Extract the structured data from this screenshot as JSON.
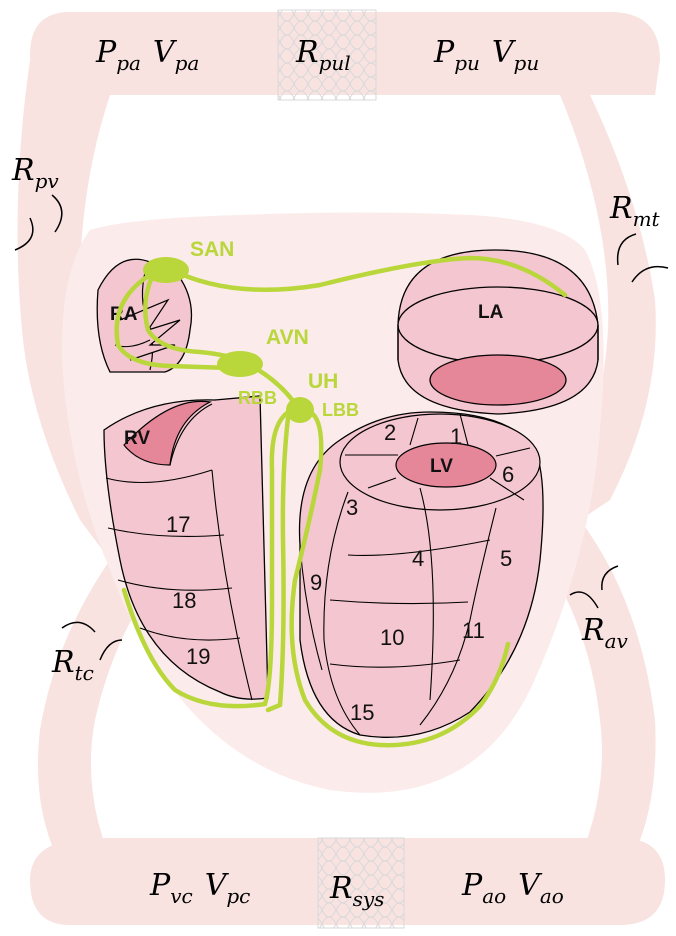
{
  "colors": {
    "circulation_tube": "#f8e3e1",
    "heart_background": "#fbebea",
    "myocardium": "#f4c6cf",
    "cavity": "#e58699",
    "conduction_system": "#b9d63a",
    "resistor_box": "#f3f3f3"
  },
  "top_left_compartment": {
    "pressure": {
      "base": "P",
      "sub": "pa"
    },
    "volume": {
      "base": "V",
      "sub": "pa"
    }
  },
  "top_resistor": {
    "base": "R",
    "sub": "pul"
  },
  "top_right_compartment": {
    "pressure": {
      "base": "P",
      "sub": "pu"
    },
    "volume": {
      "base": "V",
      "sub": "pu"
    }
  },
  "bottom_left_compartment": {
    "pressure": {
      "base": "P",
      "sub": "vc"
    },
    "volume": {
      "base": "V",
      "sub": "pc"
    }
  },
  "bottom_resistor": {
    "base": "R",
    "sub": "sys"
  },
  "bottom_right_compartment": {
    "pressure": {
      "base": "P",
      "sub": "ao"
    },
    "volume": {
      "base": "V",
      "sub": "ao"
    }
  },
  "valves": {
    "pulmonary": {
      "base": "R",
      "sub": "pv"
    },
    "mitral": {
      "base": "R",
      "sub": "mt"
    },
    "tricuspid": {
      "base": "R",
      "sub": "tc"
    },
    "aortic": {
      "base": "R",
      "sub": "av"
    }
  },
  "conduction": {
    "san": "SAN",
    "avn": "AVN",
    "uh": "UH",
    "rbb": "RBB",
    "lbb": "LBB"
  },
  "chambers": {
    "ra": "RA",
    "la": "LA",
    "rv": "RV",
    "lv": "LV"
  },
  "rv_segments": [
    "17",
    "18",
    "19"
  ],
  "lv_segments": [
    "1",
    "2",
    "3",
    "4",
    "5",
    "6",
    "9",
    "10",
    "11",
    "15"
  ]
}
